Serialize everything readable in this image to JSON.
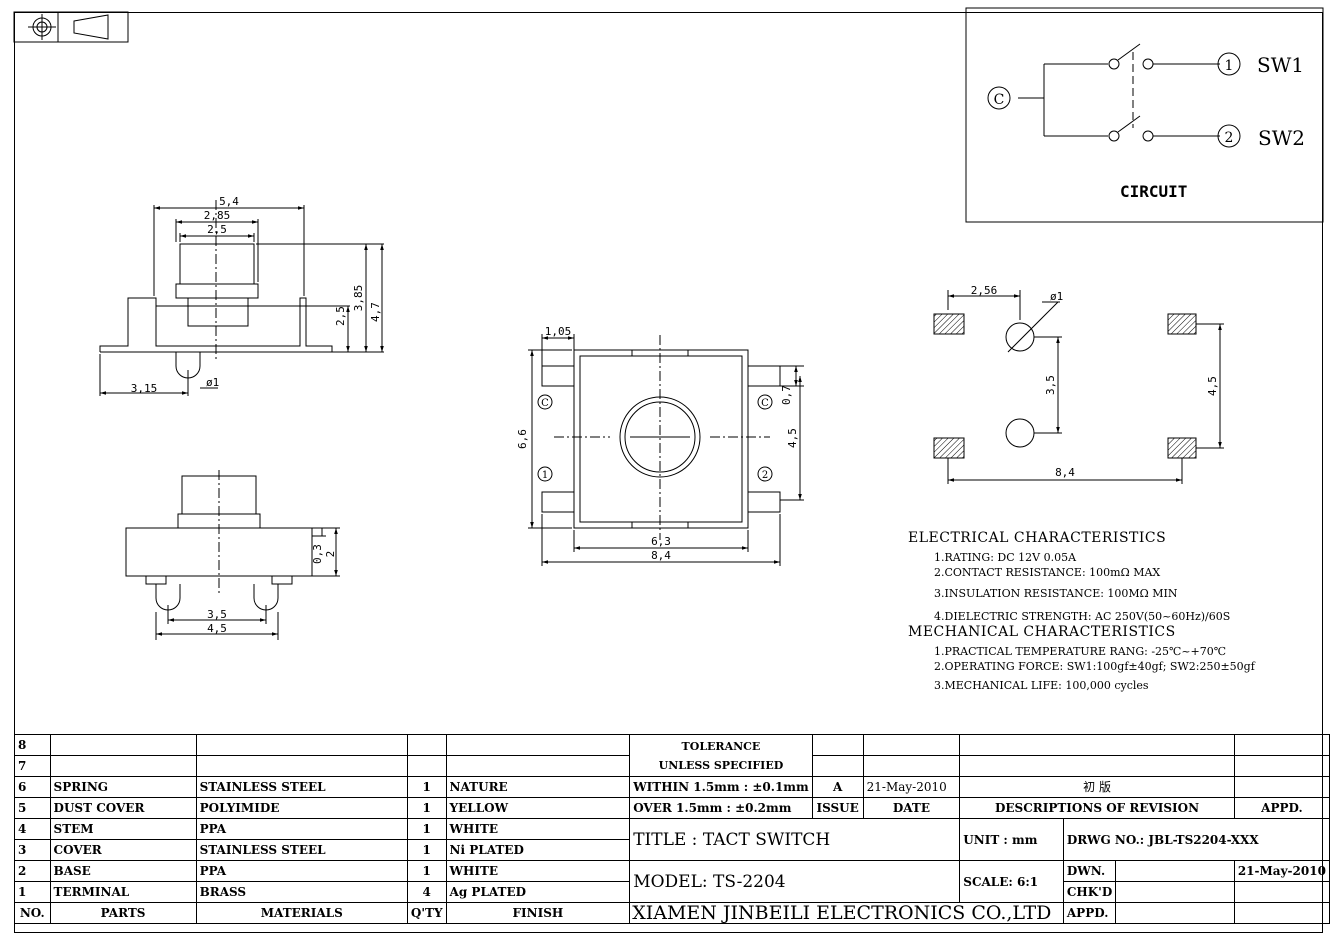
{
  "circuit": {
    "label": "CIRCUIT",
    "common": "C",
    "pin1": "1",
    "pin2": "2",
    "sw1": "SW1",
    "sw2": "SW2"
  },
  "side_view": {
    "dims": [
      "5,4",
      "2,85",
      "2,5",
      "2,5",
      "3,85",
      "4,7",
      "3,15",
      "ø1"
    ]
  },
  "front_view": {
    "dims": [
      "0,3",
      "2",
      "3,5",
      "4,5"
    ]
  },
  "top_view": {
    "dims": [
      "1,05",
      "6,6",
      "0,7",
      "4,5",
      "6,3",
      "8,4"
    ],
    "pins": [
      "C",
      "C",
      "1",
      "2"
    ]
  },
  "pcb_layout": {
    "dims": [
      "2,56",
      "ø1",
      "3,5",
      "4,5",
      "8,4"
    ]
  },
  "electrical": {
    "heading": "ELECTRICAL CHARACTERISTICS",
    "items": [
      "1.RATING: DC 12V 0.05A",
      "2.CONTACT RESISTANCE: 100mΩ MAX",
      "3.INSULATION RESISTANCE: 100MΩ MIN",
      "4.DIELECTRIC STRENGTH: AC 250V(50~60Hz)/60S"
    ]
  },
  "mechanical": {
    "heading": "MECHANICAL CHARACTERISTICS",
    "items": [
      "1.PRACTICAL TEMPERATURE RANG: -25℃~+70℃",
      "2.OPERATING FORCE: SW1:100gf±40gf; SW2:250±50gf",
      "3.MECHANICAL LIFE: 100,000 cycles"
    ]
  },
  "bom": {
    "header": {
      "no": "NO.",
      "parts": "PARTS",
      "materials": "MATERIALS",
      "qty": "Q'TY",
      "finish": "FINISH"
    },
    "rows": [
      {
        "no": "8",
        "part": "",
        "material": "",
        "qty": "",
        "finish": ""
      },
      {
        "no": "7",
        "part": "",
        "material": "",
        "qty": "",
        "finish": ""
      },
      {
        "no": "6",
        "part": "SPRING",
        "material": "STAINLESS STEEL",
        "qty": "1",
        "finish": "NATURE"
      },
      {
        "no": "5",
        "part": "DUST COVER",
        "material": "POLYIMIDE",
        "qty": "1",
        "finish": "YELLOW"
      },
      {
        "no": "4",
        "part": "STEM",
        "material": "PPA",
        "qty": "1",
        "finish": "WHITE"
      },
      {
        "no": "3",
        "part": "COVER",
        "material": "STAINLESS STEEL",
        "qty": "1",
        "finish": "Ni PLATED"
      },
      {
        "no": "2",
        "part": "BASE",
        "material": "PPA",
        "qty": "1",
        "finish": "WHITE"
      },
      {
        "no": "1",
        "part": "TERMINAL",
        "material": "BRASS",
        "qty": "4",
        "finish": "Ag PLATED"
      }
    ]
  },
  "title_block": {
    "tolerance_l1": "TOLERANCE",
    "tolerance_l2": "UNLESS SPECIFIED",
    "within": "WITHIN 1.5mm : ±0.1mm",
    "over": "OVER  1.5mm : ±0.2mm",
    "rev_issue": "A",
    "rev_date": "21-May-2010",
    "rev_desc": "初 版",
    "issue_label": "ISSUE",
    "date_label": "DATE",
    "desc_label": "DESCRIPTIONS OF REVISION",
    "appd_label": "APPD.",
    "title": "TITLE :  TACT SWITCH",
    "unit": "UNIT :  mm",
    "drwg_no": "DRWG NO.:  JBL-TS2204-XXX",
    "model": "MODEL:  TS-2204",
    "scale": "SCALE:  6:1",
    "dwn_label": "DWN.",
    "dwn_date": "21-May-2010",
    "chkd_label": "CHK'D",
    "appd2_label": "APPD.",
    "company": "XIAMEN JINBEILI ELECTRONICS CO.,LTD"
  }
}
